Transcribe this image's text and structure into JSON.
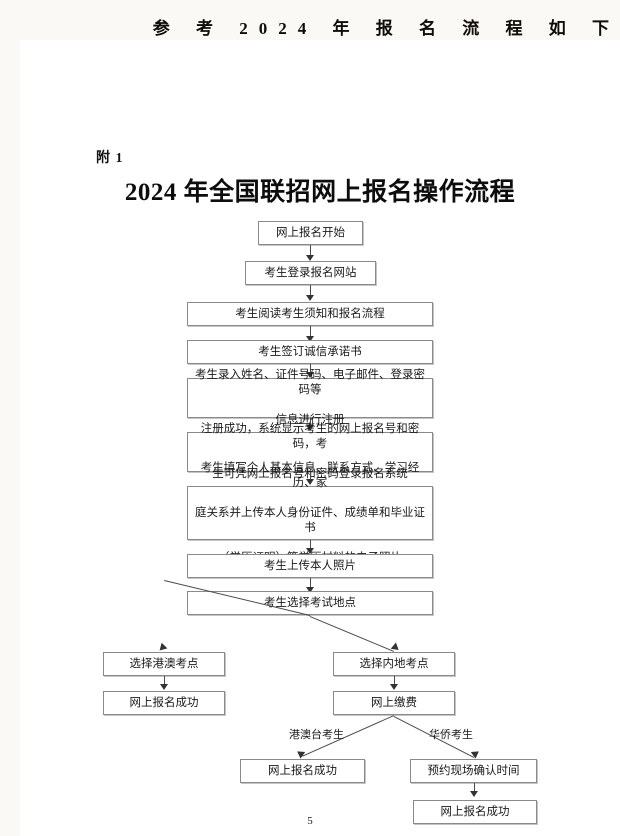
{
  "header": {
    "running_title": "参 考 2024 年 报 名 流 程 如 下"
  },
  "document": {
    "attachment_label": "附 1",
    "title": "2024 年全国联招网上报名操作流程",
    "page_number": "5"
  },
  "flow": {
    "nodes": [
      {
        "id": "start",
        "label": "网上报名开始"
      },
      {
        "id": "login",
        "label": "考生登录报名网站"
      },
      {
        "id": "read",
        "label": "考生阅读考生须知和报名流程"
      },
      {
        "id": "pledge",
        "label": "考生签订诚信承诺书"
      },
      {
        "id": "register",
        "line1": "考生录入姓名、证件号码、电子邮件、登录密码等",
        "line2": "信息进行注册"
      },
      {
        "id": "reg-success",
        "line1": "注册成功，系统显示考生的网上报名号和密码，考",
        "line2": "生可凭网上报名号和密码登录报名系统"
      },
      {
        "id": "fill-info",
        "line1": "考生填写个人基本信息、联系方式、学习经历、家",
        "line2": "庭关系并上传本人身份证件、成绩单和毕业证书",
        "line3": "（学历证明）等学历材料的电子照片"
      },
      {
        "id": "upload-photo",
        "label": "考生上传本人照片"
      },
      {
        "id": "choose-site",
        "label": "考生选择考试地点"
      },
      {
        "id": "hk-site",
        "label": "选择港澳考点"
      },
      {
        "id": "hk-success",
        "label": "网上报名成功"
      },
      {
        "id": "mainland-site",
        "label": "选择内地考点"
      },
      {
        "id": "online-pay",
        "label": "网上缴费"
      },
      {
        "id": "pay-success",
        "label": "网上报名成功"
      },
      {
        "id": "appointment",
        "label": "预约现场确认时间"
      },
      {
        "id": "final-success",
        "label": "网上报名成功"
      }
    ],
    "edge_labels": {
      "hk_taiwan": "港澳台考生",
      "overseas": "华侨考生"
    }
  },
  "colors": {
    "page_background": "#ffffff",
    "canvas_background": "#faf9f5",
    "box_border": "#8a8a8a",
    "connector": "#4a4a4a",
    "text": "#1a1a1a"
  }
}
